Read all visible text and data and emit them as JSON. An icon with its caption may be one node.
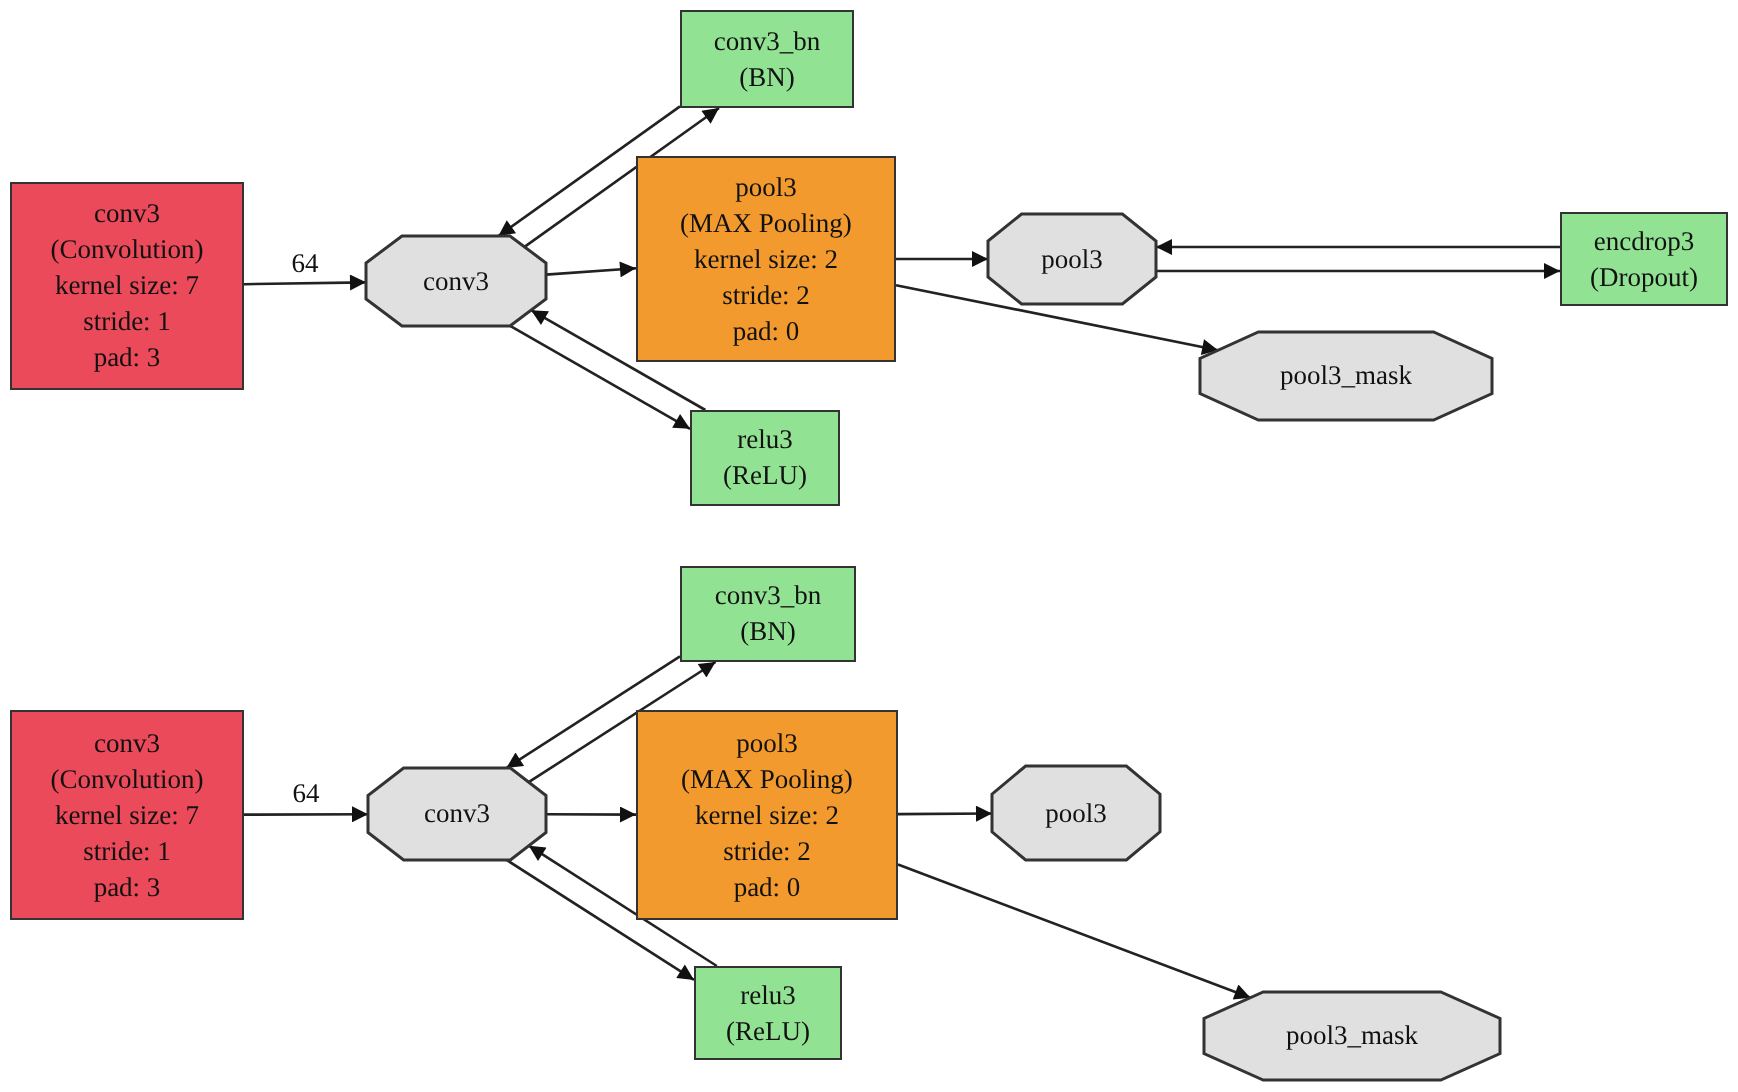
{
  "diagram": {
    "nodes": [
      {
        "text": [
          "conv3",
          "(Convolution)",
          "kernel size: 7",
          "stride: 1",
          "pad: 3"
        ]
      },
      {
        "text": [
          "conv3_bn",
          "(BN)"
        ]
      },
      {
        "text": [
          "conv3"
        ]
      },
      {
        "text": [
          "pool3",
          "(MAX Pooling)",
          "kernel size: 2",
          "stride: 2",
          "pad: 0"
        ]
      },
      {
        "text": [
          "relu3",
          "(ReLU)"
        ]
      },
      {
        "text": [
          "pool3"
        ]
      },
      {
        "text": [
          "encdrop3",
          "(Dropout)"
        ]
      },
      {
        "text": [
          "pool3_mask"
        ]
      },
      {
        "text": [
          "conv3",
          "(Convolution)",
          "kernel size: 7",
          "stride: 1",
          "pad: 3"
        ]
      },
      {
        "text": [
          "conv3_bn",
          "(BN)"
        ]
      },
      {
        "text": [
          "conv3"
        ]
      },
      {
        "text": [
          "pool3",
          "(MAX Pooling)",
          "kernel size: 2",
          "stride: 2",
          "pad: 0"
        ]
      },
      {
        "text": [
          "relu3",
          "(ReLU)"
        ]
      },
      {
        "text": [
          "pool3"
        ]
      },
      {
        "text": [
          "pool3_mask"
        ]
      }
    ],
    "edges": [
      {
        "from": 0,
        "to": 2,
        "arrow": "to",
        "label": "64"
      },
      {
        "from": 2,
        "to": 1,
        "arrow": "to"
      },
      {
        "from": 1,
        "to": 2,
        "arrow": "to"
      },
      {
        "from": 2,
        "to": 3,
        "arrow": "to"
      },
      {
        "from": 2,
        "to": 4,
        "arrow": "to"
      },
      {
        "from": 4,
        "to": 2,
        "arrow": "to"
      },
      {
        "from": 3,
        "to": 5,
        "arrow": "to"
      },
      {
        "from": 3,
        "to": 7,
        "arrow": "to"
      },
      {
        "from": 5,
        "to": 6,
        "arrow": "to"
      },
      {
        "from": 6,
        "to": 5,
        "arrow": "to"
      },
      {
        "from": 8,
        "to": 10,
        "arrow": "to",
        "label": "64"
      },
      {
        "from": 10,
        "to": 9,
        "arrow": "to"
      },
      {
        "from": 9,
        "to": 10,
        "arrow": "to"
      },
      {
        "from": 10,
        "to": 11,
        "arrow": "to"
      },
      {
        "from": 10,
        "to": 12,
        "arrow": "to"
      },
      {
        "from": 12,
        "to": 10,
        "arrow": "to"
      },
      {
        "from": 11,
        "to": 13,
        "arrow": "to"
      },
      {
        "from": 11,
        "to": 14,
        "arrow": "to"
      }
    ]
  }
}
